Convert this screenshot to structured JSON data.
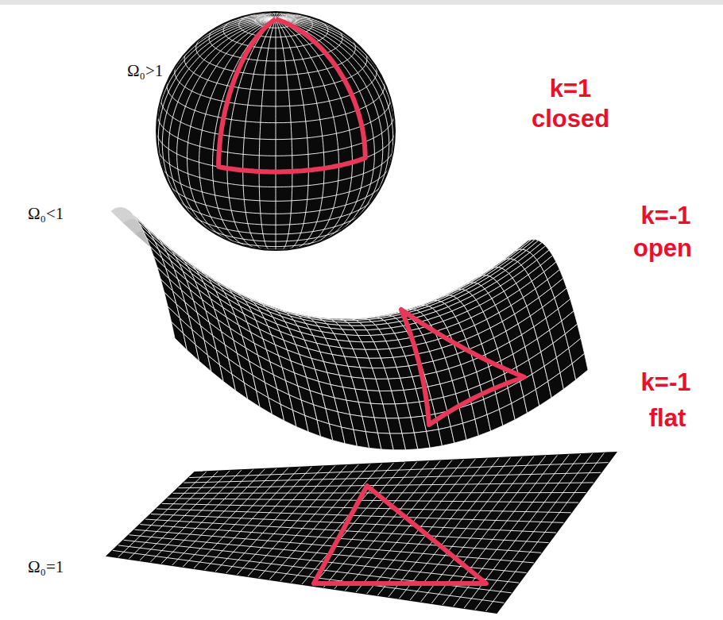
{
  "diagram": {
    "labels": [
      "Ω₀>1",
      "k=1",
      "closed",
      "Ω₀<1",
      "k=-1",
      "open",
      "k=-1",
      "flat",
      "Ω₀=1"
    ]
  }
}
